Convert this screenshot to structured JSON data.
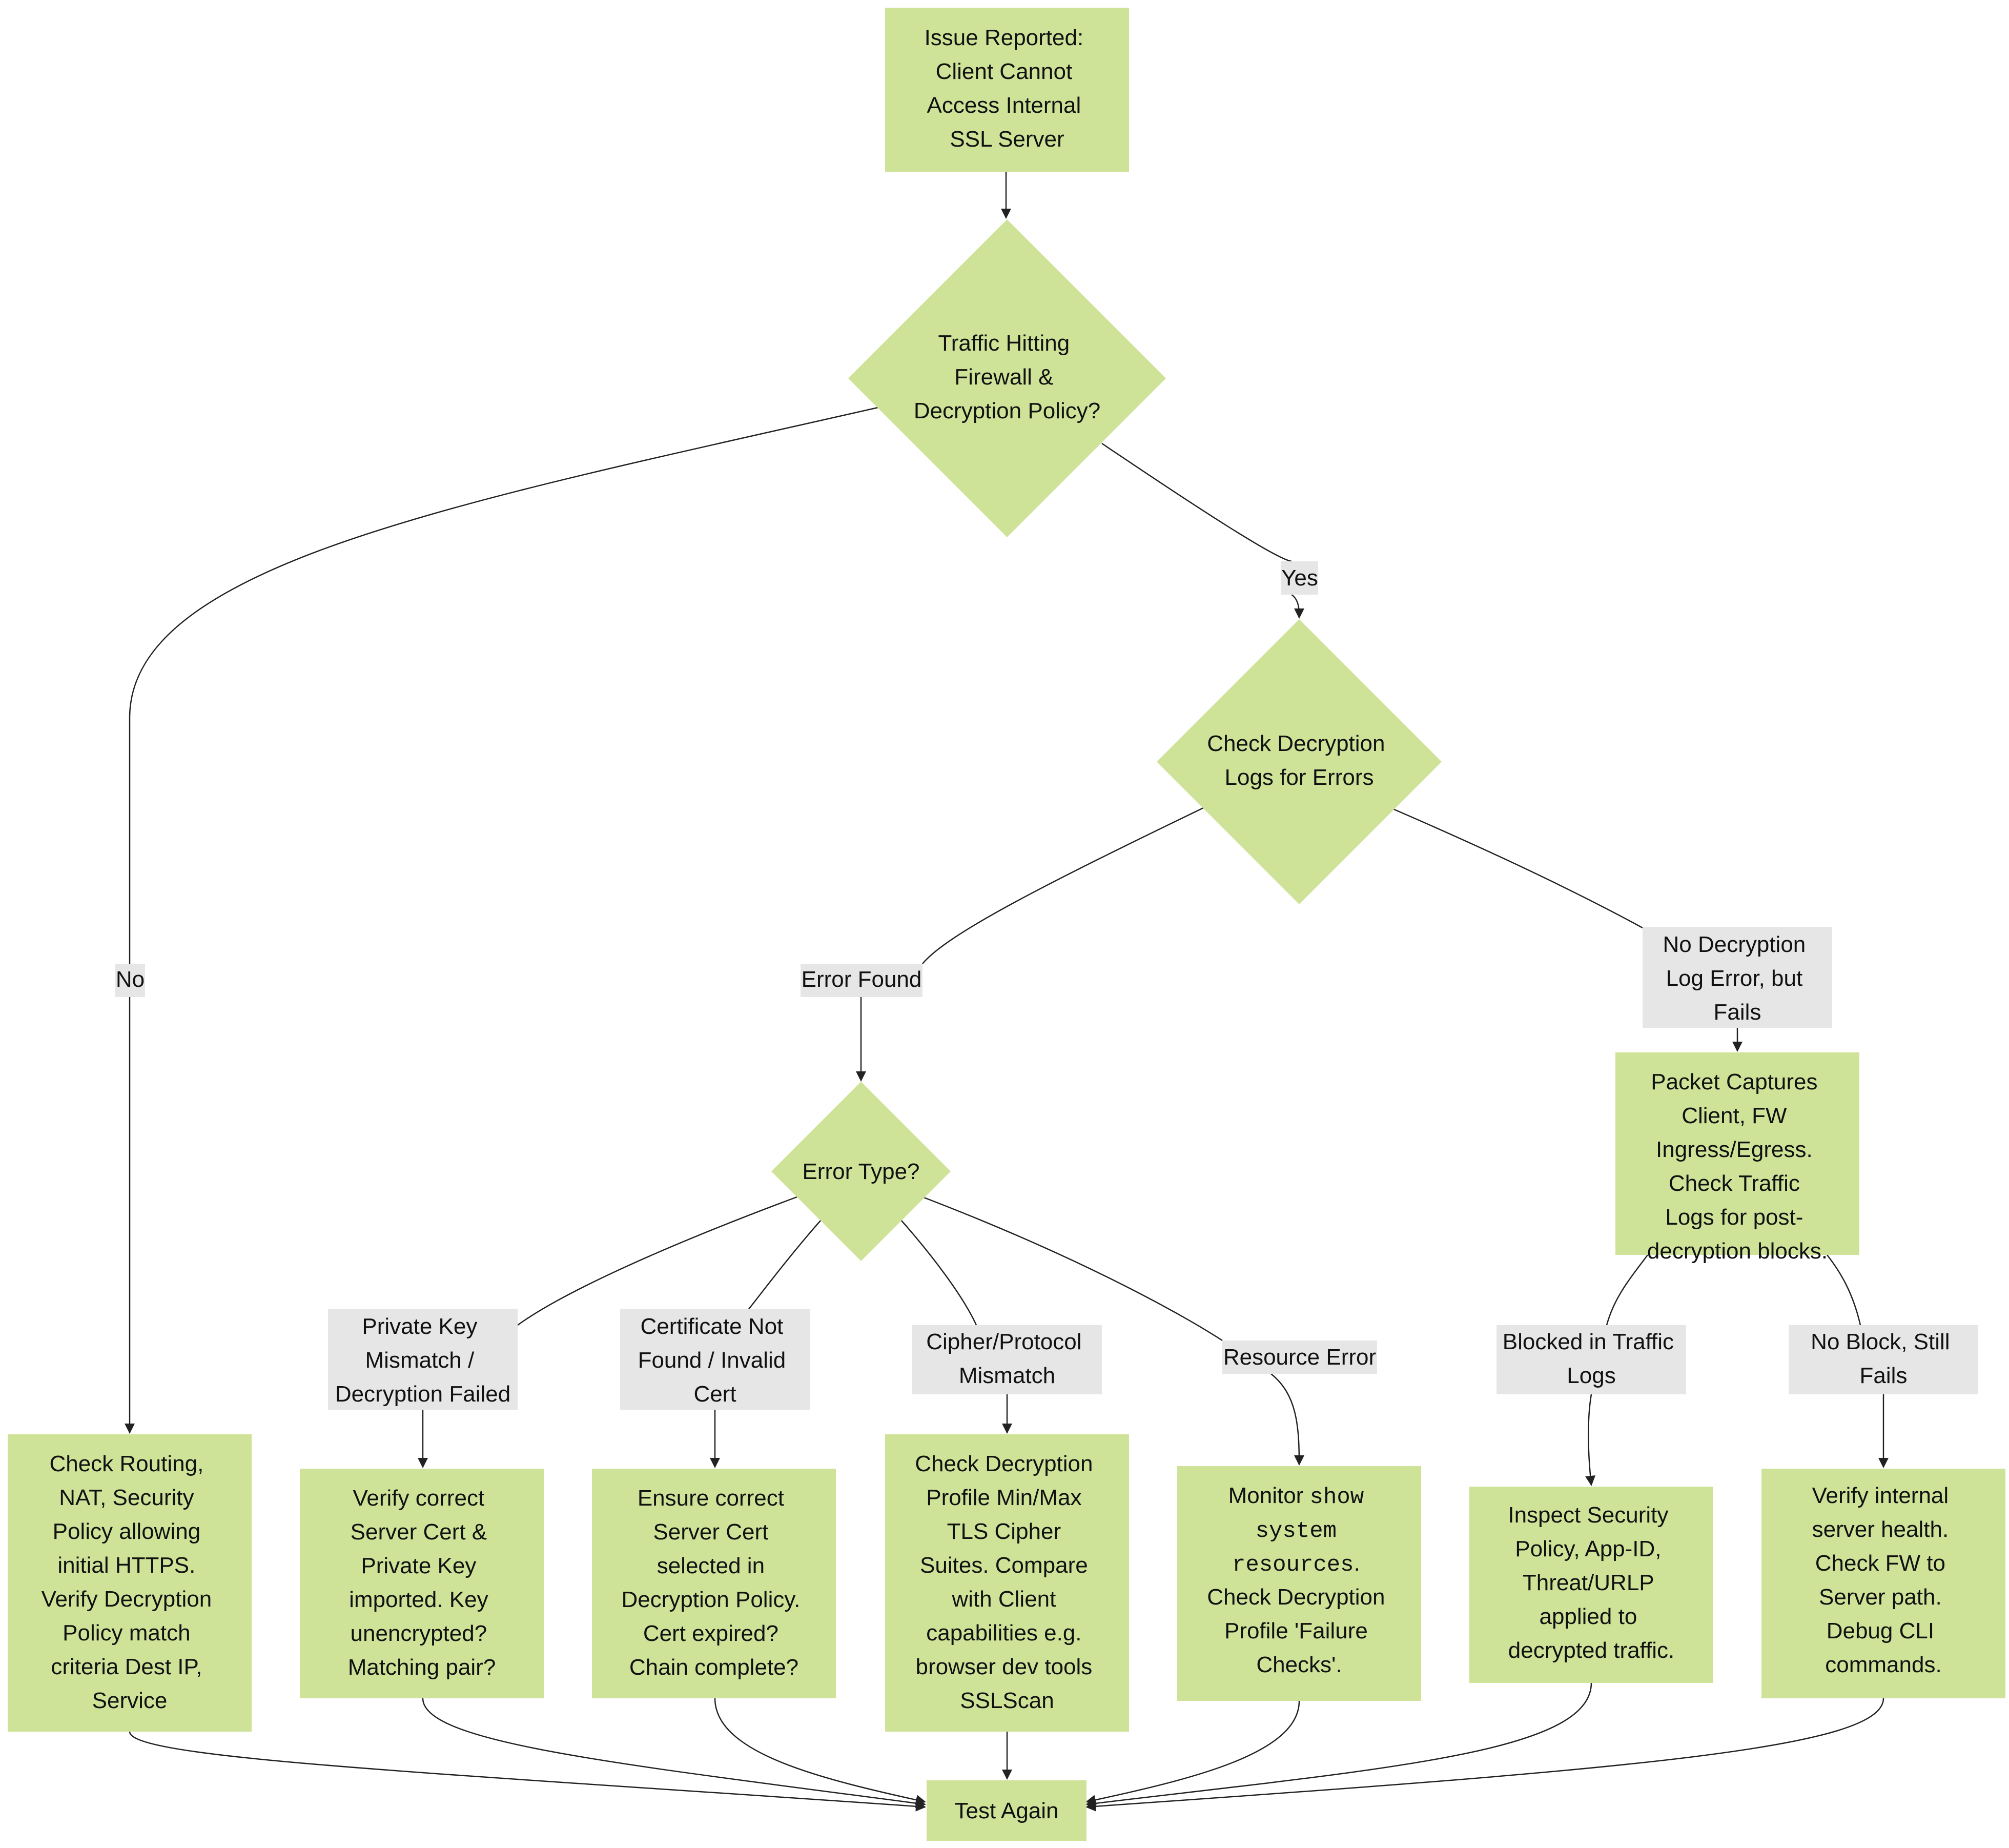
{
  "colors": {
    "node_fill": "#cfe398",
    "label_fill": "#e6e6e6",
    "edge": "#222222",
    "text": "#111111"
  },
  "nodes": {
    "issue": {
      "lines": [
        "Issue Reported:",
        "Client Cannot",
        "Access Internal",
        "SSL Server"
      ]
    },
    "traffic": {
      "lines": [
        "Traffic Hitting",
        "Firewall &",
        "Decryption Policy?"
      ]
    },
    "check_logs": {
      "lines": [
        "Check Decryption",
        "Logs for Errors"
      ]
    },
    "error_type": {
      "lines": [
        "Error Type?"
      ]
    },
    "routing": {
      "lines": [
        "Check Routing,",
        "NAT, Security",
        "Policy allowing",
        "initial HTTPS.",
        "Verify Decryption",
        "Policy match",
        "criteria Dest IP,",
        "Service"
      ]
    },
    "verify_cert": {
      "lines": [
        "Verify correct",
        "Server Cert &",
        "Private Key",
        "imported. Key",
        "unencrypted?",
        "Matching pair?"
      ]
    },
    "ensure_cert": {
      "lines": [
        "Ensure correct",
        "Server Cert",
        "selected in",
        "Decryption Policy.",
        "Cert expired?",
        "Chain complete?"
      ]
    },
    "check_profile": {
      "lines": [
        "Check Decryption",
        "Profile Min/Max",
        "TLS Cipher",
        "Suites. Compare",
        "with Client",
        "capabilities e.g.",
        "browser dev tools",
        "SSLScan"
      ]
    },
    "monitor": {
      "line1_prefix": "Monitor ",
      "line1_code": "show",
      "line2_code": "system",
      "line3_code": "resources",
      "line3_suffix": ".",
      "lines": [
        "Check Decryption",
        "Profile 'Failure",
        "Checks'."
      ]
    },
    "packet": {
      "lines": [
        "Packet Captures",
        "Client, FW",
        "Ingress/Egress.",
        "Check Traffic",
        "Logs for post-",
        "decryption blocks."
      ]
    },
    "inspect": {
      "lines": [
        "Inspect Security",
        "Policy, App-ID,",
        "Threat/URLP",
        "applied to",
        "decrypted traffic."
      ]
    },
    "verify_server": {
      "lines": [
        "Verify internal",
        "server health.",
        "Check FW to",
        "Server path.",
        "Debug CLI",
        "commands."
      ]
    },
    "test_again": {
      "lines": [
        "Test Again"
      ]
    }
  },
  "edge_labels": {
    "yes": {
      "lines": [
        "Yes"
      ]
    },
    "no": {
      "lines": [
        "No"
      ]
    },
    "error_found": {
      "lines": [
        "Error Found"
      ]
    },
    "no_decrypt_error": {
      "lines": [
        "No Decryption",
        "Log Error, but",
        "Fails"
      ]
    },
    "private_key": {
      "lines": [
        "Private Key",
        "Mismatch /",
        "Decryption Failed"
      ]
    },
    "cert_not_found": {
      "lines": [
        "Certificate Not",
        "Found / Invalid",
        "Cert"
      ]
    },
    "cipher": {
      "lines": [
        "Cipher/Protocol",
        "Mismatch"
      ]
    },
    "resource": {
      "lines": [
        "Resource Error"
      ]
    },
    "blocked": {
      "lines": [
        "Blocked in Traffic",
        "Logs"
      ]
    },
    "no_block": {
      "lines": [
        "No Block, Still",
        "Fails"
      ]
    }
  }
}
